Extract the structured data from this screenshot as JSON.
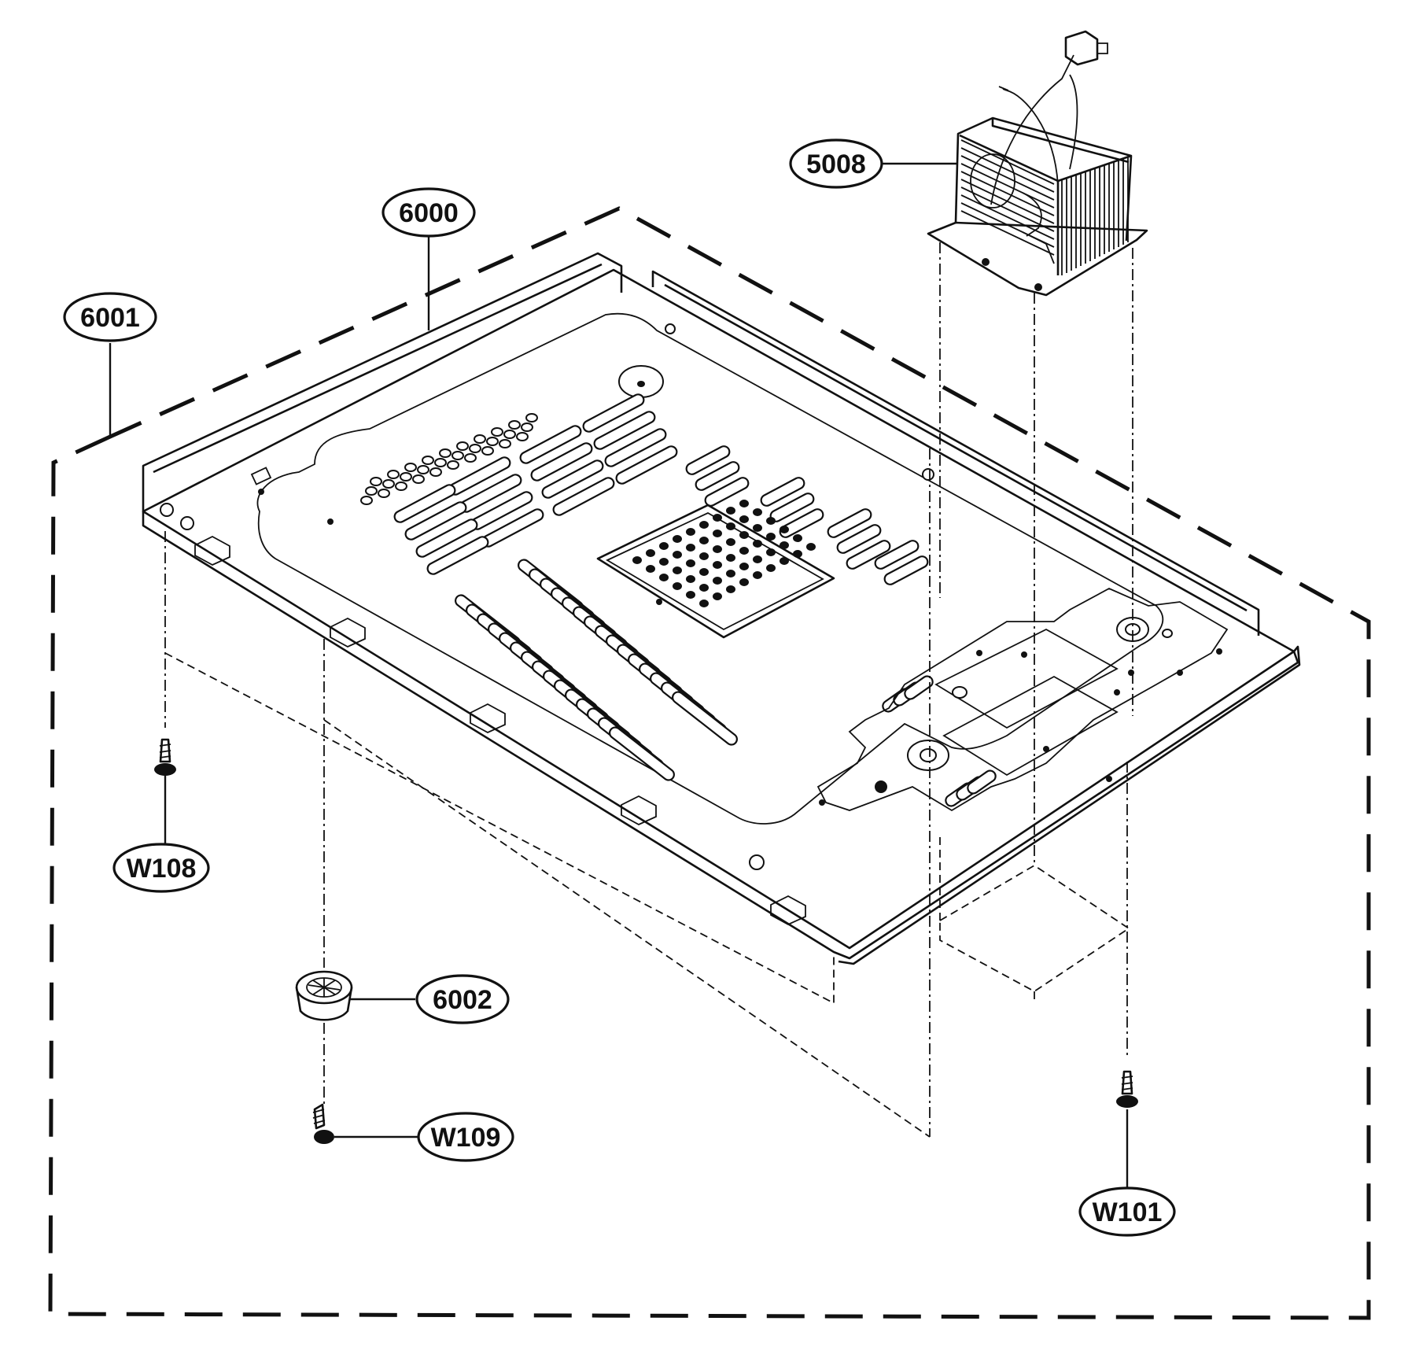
{
  "parts": [
    {
      "id": "6001",
      "label": "6001"
    },
    {
      "id": "6000",
      "label": "6000"
    },
    {
      "id": "5008",
      "label": "5008"
    },
    {
      "id": "W108",
      "label": "W108"
    },
    {
      "id": "6002",
      "label": "6002"
    },
    {
      "id": "W109",
      "label": "W109"
    },
    {
      "id": "W101",
      "label": "W101"
    }
  ]
}
